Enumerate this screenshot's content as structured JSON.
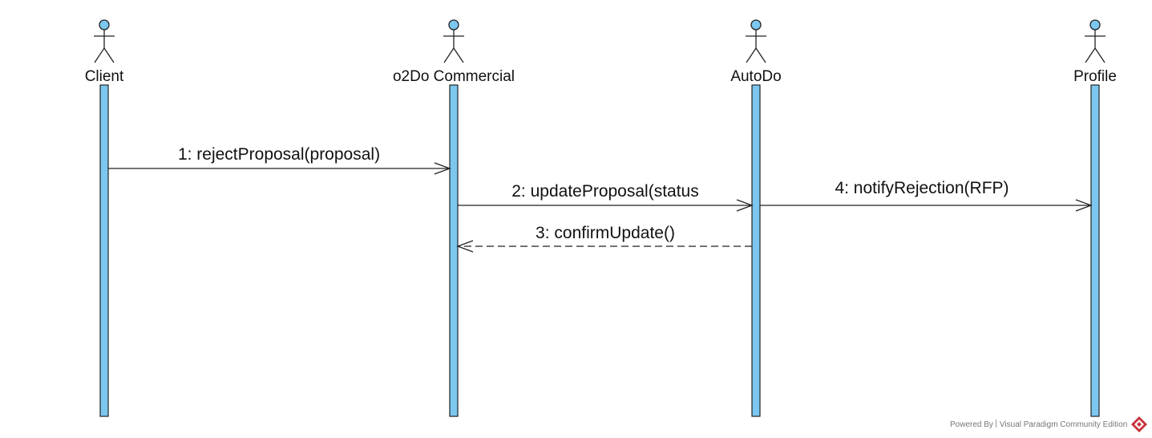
{
  "colors": {
    "lifeline_fill": "#7cc7f0",
    "actor_head_fill": "#7cc7f0",
    "stroke": "#222222",
    "logo": "#c8323c"
  },
  "actors": [
    {
      "name": "Client"
    },
    {
      "name": "o2Do Commercial"
    },
    {
      "name": "AutoDo"
    },
    {
      "name": "Profile"
    }
  ],
  "messages": [
    {
      "label": "1: rejectProposal(proposal)",
      "from": "Client",
      "to": "o2Do Commercial",
      "style": "solid"
    },
    {
      "label": "2: updateProposal(status",
      "from": "o2Do Commercial",
      "to": "AutoDo",
      "style": "solid"
    },
    {
      "label": "3: confirmUpdate()",
      "from": "AutoDo",
      "to": "o2Do Commercial",
      "style": "dashed"
    },
    {
      "label": "4: notifyRejection(RFP)",
      "from": "AutoDo",
      "to": "Profile",
      "style": "solid"
    }
  ],
  "footer": {
    "powered_by": "Powered By",
    "edition": "Visual Paradigm Community Edition",
    "logo_icon": "visual-paradigm-logo-icon"
  }
}
